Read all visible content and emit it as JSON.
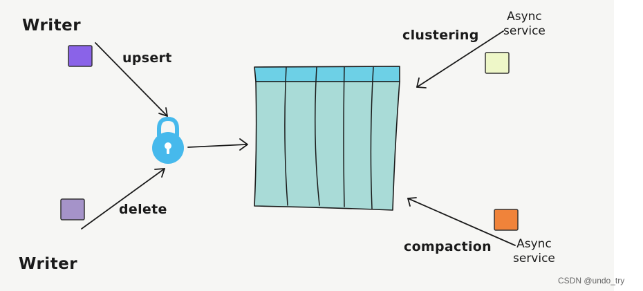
{
  "labels": {
    "writer_top": "Writer",
    "writer_bottom": "Writer",
    "upsert": "upsert",
    "delete": "delete",
    "clustering": "clustering",
    "compaction": "compaction",
    "async_top_line1": "Async",
    "async_top_line2": "service",
    "async_bottom_line1": "Async",
    "async_bottom_line2": "service",
    "watermark": "CSDN @undo_try"
  },
  "colors": {
    "writer_top_square": "#8a63e8",
    "writer_bottom_square": "#a593c9",
    "async_top_square": "#eef7c8",
    "async_bottom_square": "#f0833a",
    "lock": "#46b9ec",
    "table_header": "#6dd0e6",
    "table_body": "#a9dbd7"
  },
  "icons": [
    "lock-icon"
  ]
}
